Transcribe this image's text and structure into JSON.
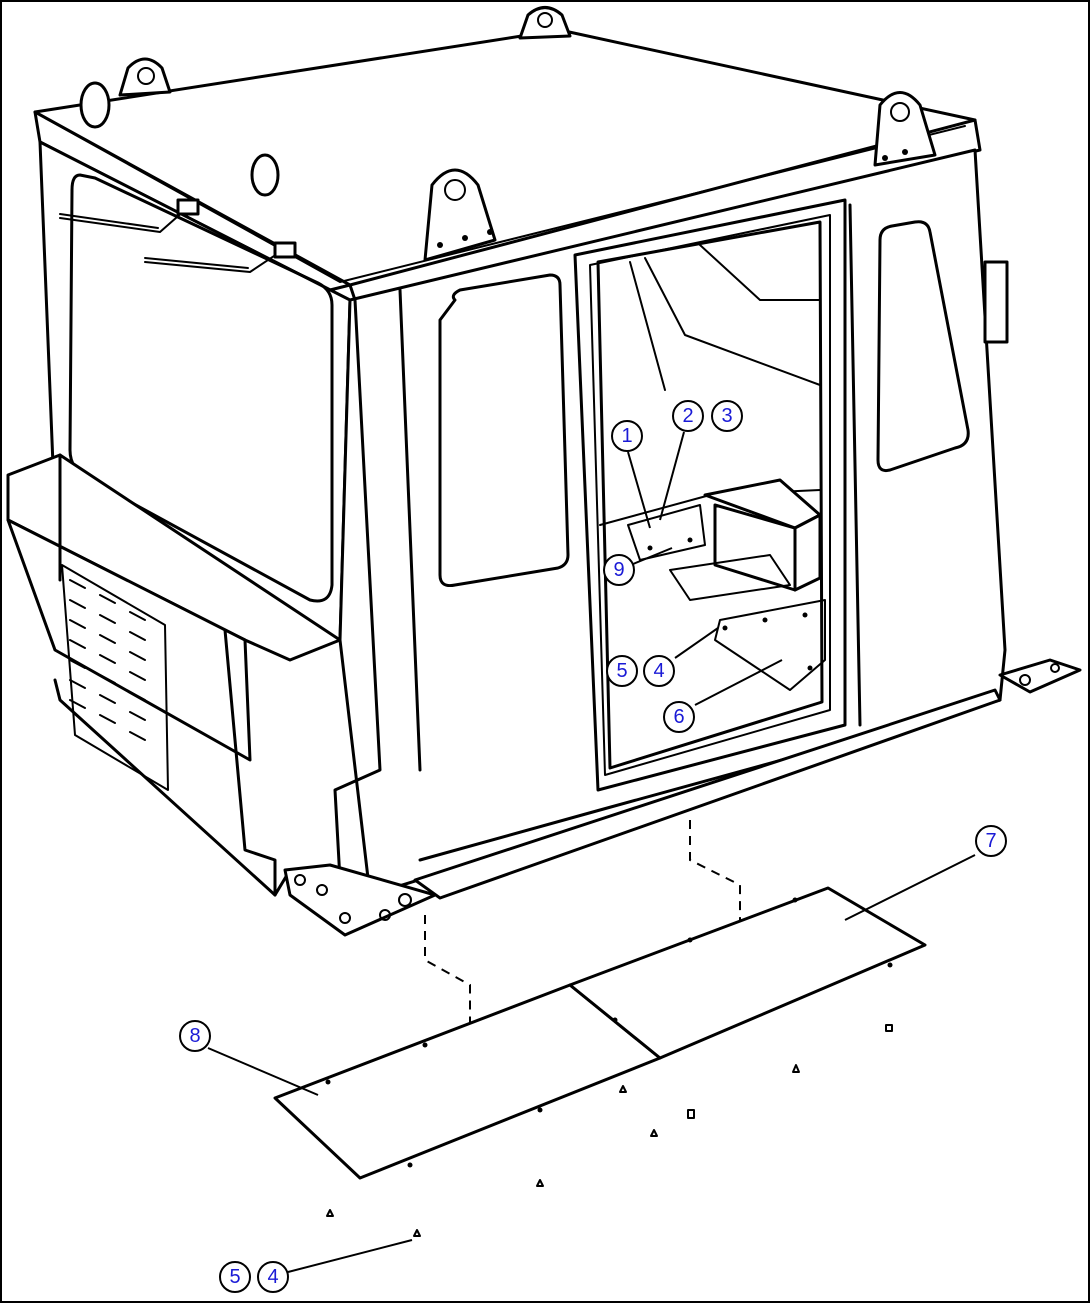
{
  "callouts": [
    {
      "id": "c1",
      "label": "1"
    },
    {
      "id": "c2",
      "label": "2"
    },
    {
      "id": "c3",
      "label": "3"
    },
    {
      "id": "c9",
      "label": "9"
    },
    {
      "id": "c5a",
      "label": "5"
    },
    {
      "id": "c4a",
      "label": "4"
    },
    {
      "id": "c6",
      "label": "6"
    },
    {
      "id": "c7",
      "label": "7"
    },
    {
      "id": "c8",
      "label": "8"
    },
    {
      "id": "c5b",
      "label": "5"
    },
    {
      "id": "c4b",
      "label": "4"
    }
  ],
  "colors": {
    "callout_text": "#1a1ad6",
    "line": "#000000",
    "background": "#ffffff"
  }
}
